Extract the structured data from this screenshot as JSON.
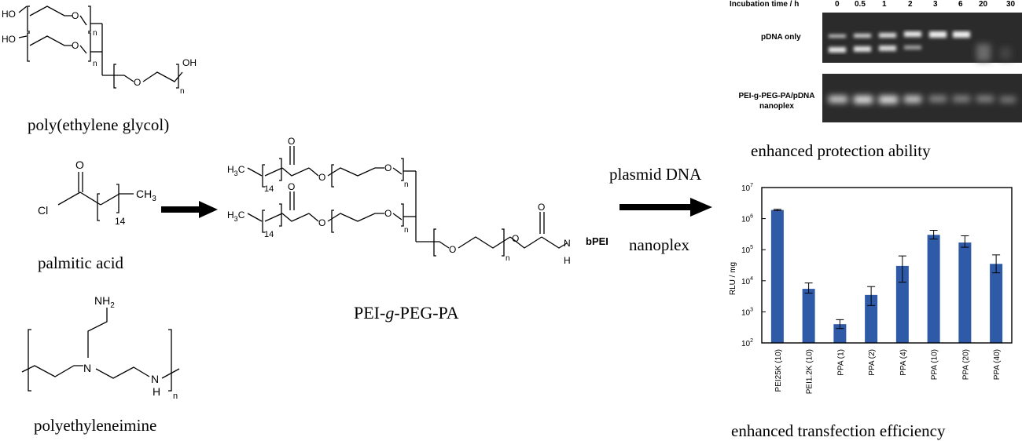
{
  "reagents": {
    "peg": {
      "label": "poly(ethylene glycol)",
      "atoms": {
        "ho1": "HO",
        "ho2": "HO",
        "oh": "OH",
        "o": "O",
        "n": "n"
      }
    },
    "palmitic": {
      "label": "palmitic acid",
      "atoms": {
        "o": "O",
        "cl": "Cl",
        "ch3": "CH",
        "sub3": "3",
        "sub14": "14"
      }
    },
    "pei": {
      "label": "polyethyleneimine",
      "atoms": {
        "nh2": "NH",
        "sub2": "2",
        "n": "N",
        "h": "H",
        "nsub": "n"
      }
    }
  },
  "product": {
    "label_prefix": "PEI-",
    "label_italic": "g",
    "label_suffix": "-PEG-PA",
    "atoms": {
      "h3c": "H",
      "sub3": "3",
      "c": "C",
      "sub14": "14",
      "o": "O",
      "n": "n",
      "nh": "N",
      "h": "H",
      "bpei": "bPEI"
    }
  },
  "arrow2": {
    "top_label": "plasmid DNA",
    "bottom_label": "nanoplex"
  },
  "gel": {
    "header": "Incubation time / h",
    "times": [
      "0",
      "0.5",
      "1",
      "2",
      "3",
      "6",
      "20",
      "30"
    ],
    "row1_label": "pDNA only",
    "row2_label_line1": "PEI-g-PEG-PA/pDNA",
    "row2_label_line2": "nanoplex",
    "caption": "enhanced protection ability"
  },
  "chart_data": {
    "type": "bar",
    "ylabel": "RLU / mg",
    "yscale": "log",
    "ylim_exp": [
      2,
      7
    ],
    "tick_base": "10",
    "tick_exponents": [
      "2",
      "3",
      "4",
      "5",
      "6",
      "7"
    ],
    "categories": [
      "PEI25K (10)",
      "PEI1.2K (10)",
      "PPA (1)",
      "PPA (2)",
      "PPA (4)",
      "PPA (10)",
      "PPA (20)",
      "PPA (40)"
    ],
    "values": [
      1900000,
      5500,
      400,
      3500,
      30000,
      300000,
      170000,
      35000
    ],
    "err_low": [
      1800000,
      4000,
      290,
      1600,
      9000,
      220000,
      120000,
      18000
    ],
    "err_high": [
      2000000,
      8500,
      560,
      6500,
      63000,
      420000,
      280000,
      68000
    ],
    "bar_color": "#2e5aa8",
    "caption": "enhanced transfection efficiency"
  }
}
